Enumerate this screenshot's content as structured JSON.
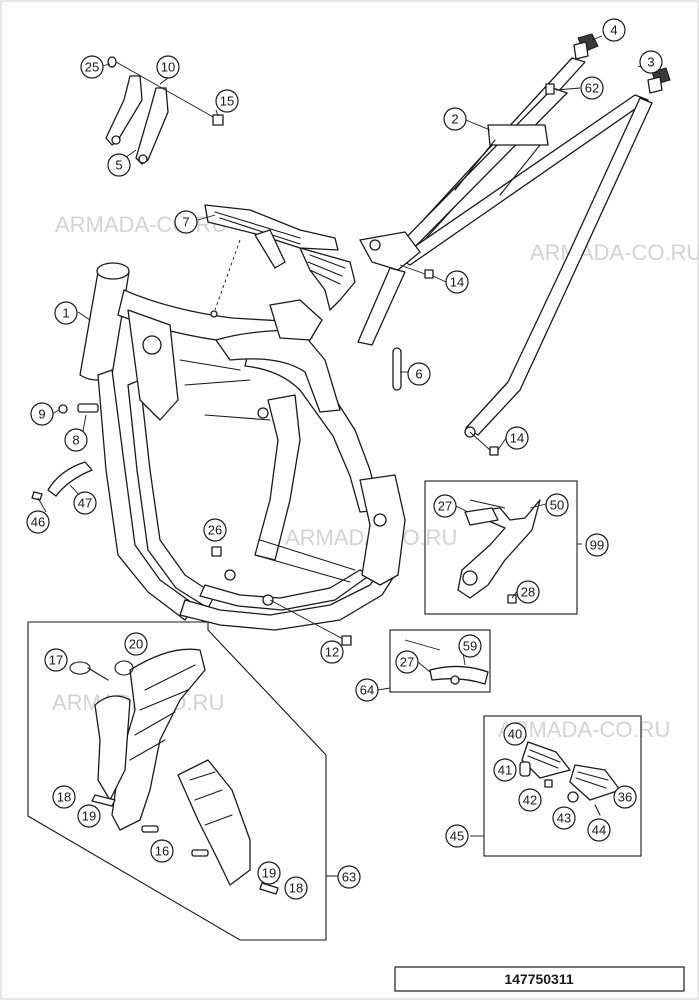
{
  "watermark": "ARMADA-CO.RU",
  "drawing_number": "147750311",
  "callouts": [
    "1",
    "2",
    "3",
    "4",
    "5",
    "6",
    "7",
    "8",
    "9",
    "10",
    "12",
    "14",
    "14",
    "15",
    "16",
    "17",
    "18",
    "18",
    "19",
    "19",
    "20",
    "25",
    "26",
    "27",
    "27",
    "28",
    "36",
    "40",
    "41",
    "42",
    "43",
    "44",
    "45",
    "46",
    "47",
    "50",
    "59",
    "62",
    "63",
    "64",
    "99"
  ]
}
